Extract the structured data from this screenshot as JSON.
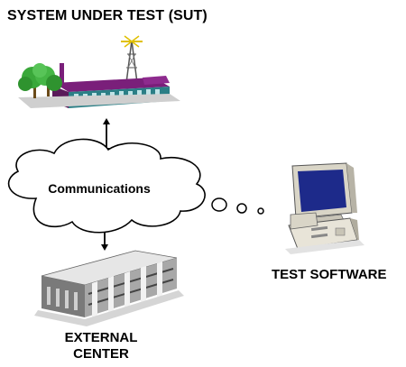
{
  "title": "SYSTEM UNDER TEST (SUT)",
  "communications_label": "Communications",
  "test_software_label": "TEST SOFTWARE",
  "external_center_label": [
    "EXTERNAL",
    "CENTER"
  ],
  "colors": {
    "cloud_stroke": "#000000",
    "building_roof": "#7a1f7a",
    "building_wall": "#2b7f86",
    "tree": "#3aa83a",
    "computer": "#e8e4d8",
    "screen": "#1d2a8a",
    "office": "#9b9b9b"
  },
  "icons": [
    "factory-building-icon",
    "antenna-tower-icon",
    "tree-icon",
    "computer-icon",
    "office-building-icon"
  ]
}
